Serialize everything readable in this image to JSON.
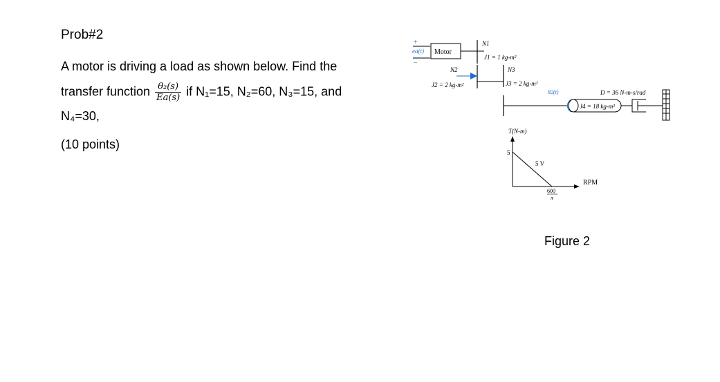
{
  "problem": {
    "title": "Prob#2",
    "statement_line1": "A motor is driving a load as shown below. Find the",
    "tf_prefix": "transfer function",
    "tf_numerator": "θ₂(s)",
    "tf_denominator": "Ea(s)",
    "tf_suffix": "if N₁=15, N₂=60, N₃=15, and",
    "statement_line3": "N₄=30,",
    "points": "(10 points)"
  },
  "figure": {
    "caption": "Figure 2",
    "input_label": "ea(t)",
    "input_plus": "+",
    "input_minus": "–",
    "motor_label": "Motor",
    "n1_label": "N1",
    "j1_label": "J1 = 1 kg-m²",
    "n2_label": "N2",
    "j2_label": "J2 = 2 kg-m²",
    "n3_label": "N3",
    "j3_label": "J3 = 2 kg-m²",
    "theta2_label": "θ2(t)",
    "damping_label": "D = 36 N-m-s/rad",
    "j4_label": "J4 = 18 kg-m²",
    "torque_axis_label": "T(N-m)",
    "rpm_axis_label": "RPM",
    "torque_intercept": "5",
    "voltage_label": "5 V",
    "speed_intercept_num": "600",
    "speed_intercept_den": "π"
  }
}
